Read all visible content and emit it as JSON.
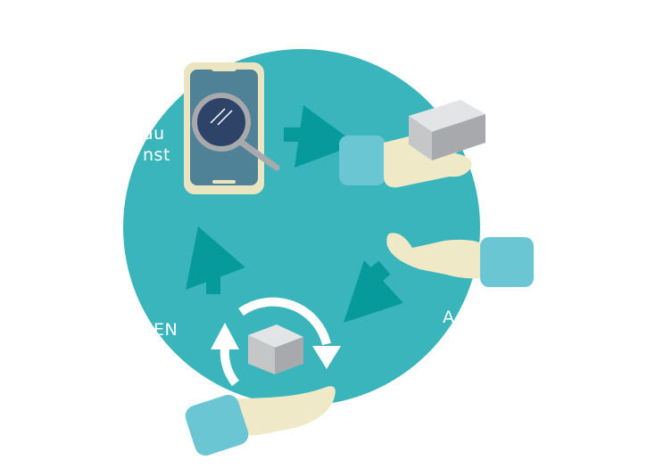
{
  "labels": {
    "top_left_line1": "au",
    "top_left_line2": "nst",
    "left_bottom": "EN",
    "right_bottom": "A"
  },
  "colors": {
    "circle": "#3ab5bb",
    "arrow": "#079a9c",
    "skin": "#efe9c8",
    "cuff": "#6ac6d3",
    "box_top": "#e3e4e5",
    "box_left": "#c4c6c8",
    "box_right": "#a7a9ac",
    "phone_frame": "#eae4c1",
    "phone_screen": "#4f8197",
    "lens": "#2d4468"
  },
  "icons": [
    "smartphone-icon",
    "magnifier-icon",
    "box-icon",
    "hand-icon",
    "refresh-arrows-icon",
    "flow-arrow-icon"
  ]
}
